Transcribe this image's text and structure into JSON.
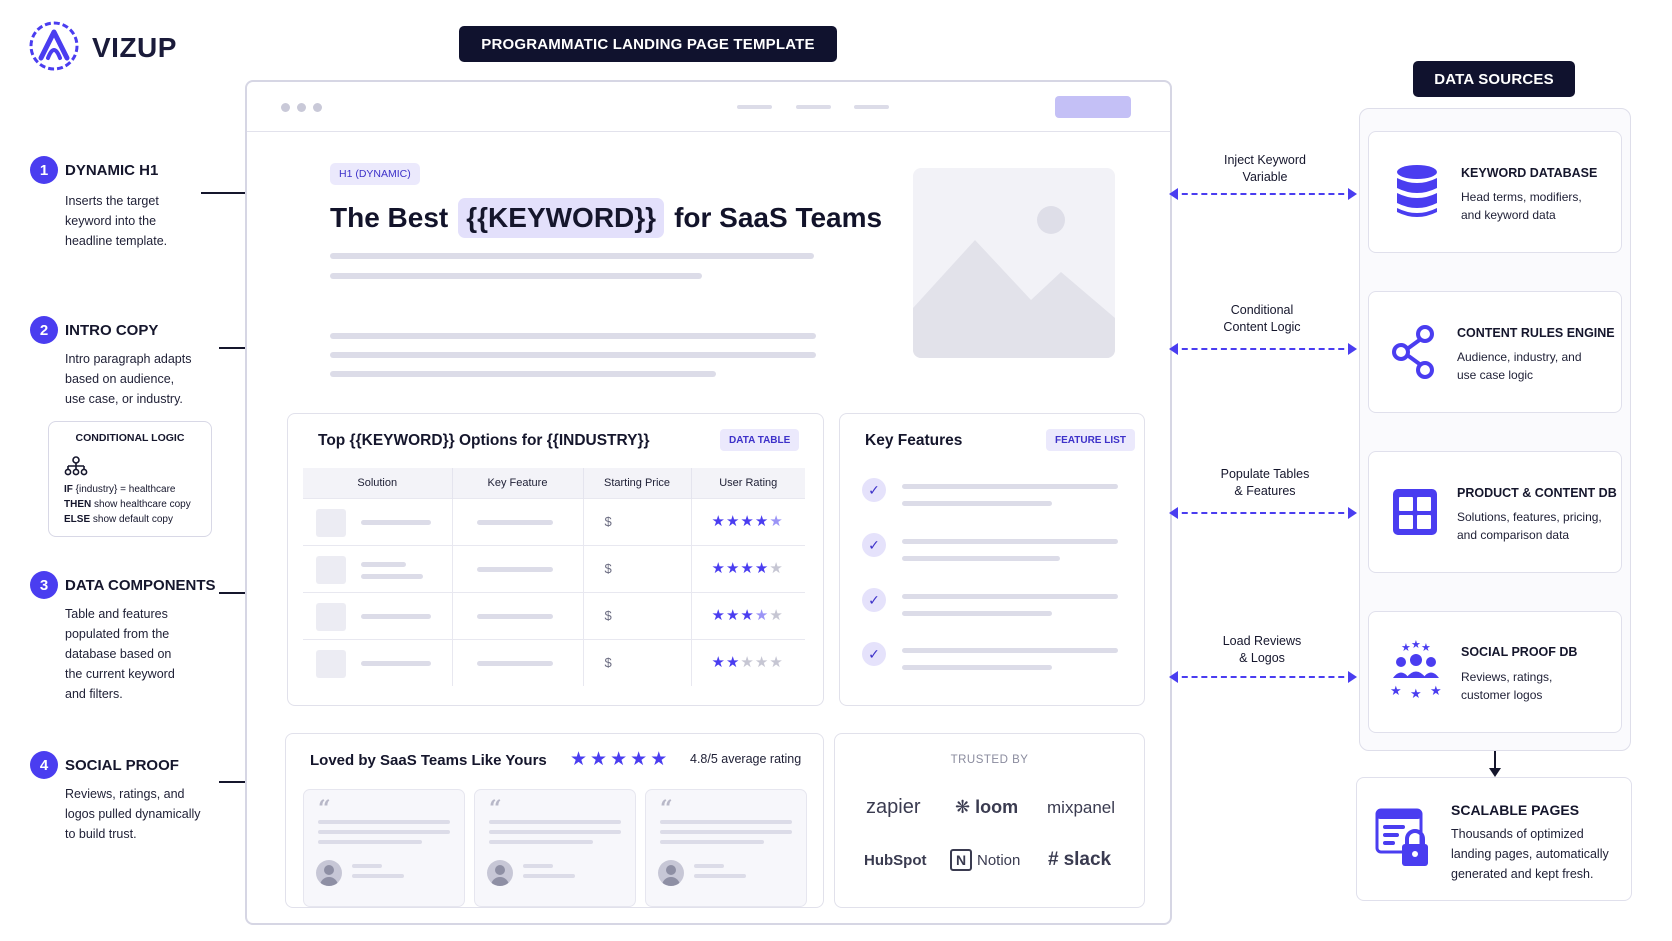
{
  "brand": {
    "name": "VIZUP"
  },
  "template_title": "PROGRAMMATIC LANDING PAGE TEMPLATE",
  "data_sources_title": "DATA SOURCES",
  "colors": {
    "accent": "#4a3df0",
    "dark": "#10122e",
    "tag_bg": "#ebe9fc"
  },
  "steps": [
    {
      "num": "1",
      "title": "DYNAMIC H1",
      "lines": [
        "Inserts the target",
        "keyword into the",
        "headline template."
      ]
    },
    {
      "num": "2",
      "title": "INTRO COPY",
      "lines": [
        "Intro paragraph adapts",
        "based on audience,",
        "use case, or industry."
      ]
    },
    {
      "num": "3",
      "title": "DATA COMPONENTS",
      "lines": [
        "Table and features",
        "populated from the",
        "database based on",
        "the current keyword",
        "and filters."
      ]
    },
    {
      "num": "4",
      "title": "SOCIAL PROOF",
      "lines": [
        "Reviews, ratings, and",
        "logos pulled dynamically",
        "to build trust."
      ]
    }
  ],
  "conditional_logic": {
    "title": "CONDITIONAL LOGIC",
    "if_kw": "IF",
    "if_text": "{industry} = healthcare",
    "then_kw": "THEN",
    "then_text": "show healthcare copy",
    "else_kw": "ELSE",
    "else_text": "show default copy"
  },
  "hero": {
    "tag": "H1 (DYNAMIC)",
    "headline_pre": "The Best",
    "headline_keyword": "{{KEYWORD}}",
    "headline_post": "for SaaS Teams"
  },
  "data_table": {
    "title": "Top {{KEYWORD}} Options for {{INDUSTRY}}",
    "tag": "DATA TABLE",
    "columns": [
      "Solution",
      "Key Feature",
      "Starting Price",
      "User Rating"
    ],
    "rows": [
      {
        "price": "$",
        "rating": 4.5
      },
      {
        "price": "$",
        "rating": 4
      },
      {
        "price": "$",
        "rating": 3.5
      },
      {
        "price": "$",
        "rating": 2
      }
    ]
  },
  "features": {
    "title": "Key Features",
    "tag": "FEATURE LIST",
    "check_icon": "check-icon"
  },
  "social": {
    "title": "Loved by SaaS Teams Like Yours",
    "rating": 5,
    "rating_text": "4.8/5 average rating",
    "trusted_by": "TRUSTED BY",
    "logos": [
      "zapier",
      "loom",
      "mixpanel",
      "HubSpot",
      "Notion",
      "slack"
    ]
  },
  "connectors": [
    {
      "label_lines": [
        "Inject Keyword",
        "Variable"
      ]
    },
    {
      "label_lines": [
        "Conditional",
        "Content Logic"
      ]
    },
    {
      "label_lines": [
        "Populate Tables",
        "& Features"
      ]
    },
    {
      "label_lines": [
        "Load Reviews",
        "& Logos"
      ]
    }
  ],
  "sources": [
    {
      "title": "KEYWORD DATABASE",
      "lines": [
        "Head terms, modifiers,",
        "and keyword data"
      ],
      "icon": "database-icon"
    },
    {
      "title": "CONTENT RULES ENGINE",
      "lines": [
        "Audience, industry, and",
        "use case logic"
      ],
      "icon": "share-nodes-icon"
    },
    {
      "title": "PRODUCT & CONTENT DB",
      "lines": [
        "Solutions, features, pricing,",
        "and comparison data"
      ],
      "icon": "grid-table-icon"
    },
    {
      "title": "SOCIAL PROOF DB",
      "lines": [
        "Reviews, ratings,",
        "customer logos"
      ],
      "icon": "users-stars-icon"
    }
  ],
  "scalable": {
    "title": "SCALABLE PAGES",
    "lines": [
      "Thousands of optimized",
      "landing pages, automatically",
      "generated and kept fresh."
    ],
    "icon": "secure-page-icon"
  }
}
